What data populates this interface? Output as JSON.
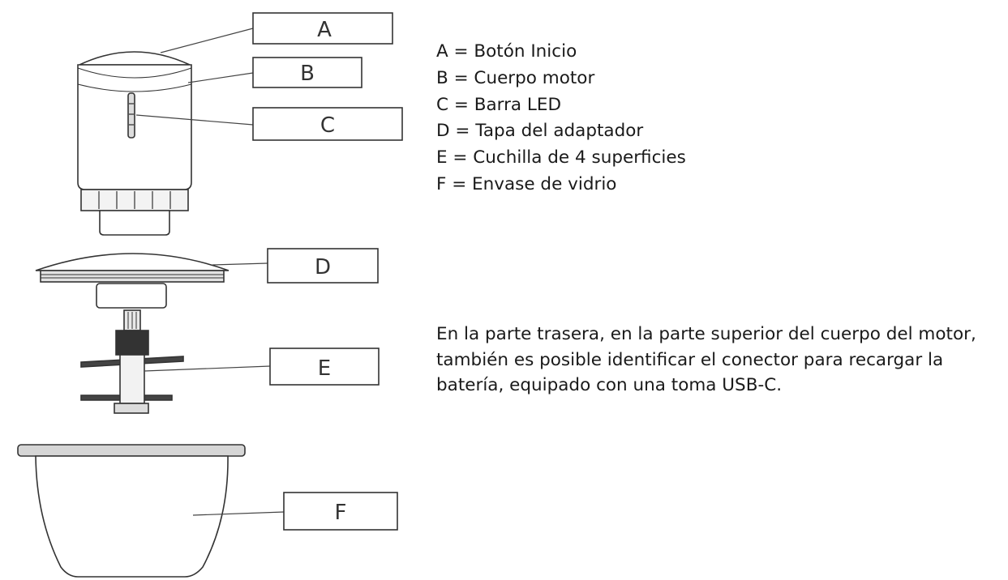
{
  "labels": {
    "a": "A",
    "b": "B",
    "c": "C",
    "d": "D",
    "e": "E",
    "f": "F"
  },
  "legend": [
    "A = Botón Inicio",
    "B = Cuerpo motor",
    "C = Barra LED",
    "D = Tapa del adaptador",
    "E = Cuchilla de 4 superficies",
    "F = Envase de vidrio"
  ],
  "note": "En la parte trasera, en la parte superior del cuerpo del motor, también es posible identificar el conector para recargar la batería, equipado con una toma USB-C."
}
